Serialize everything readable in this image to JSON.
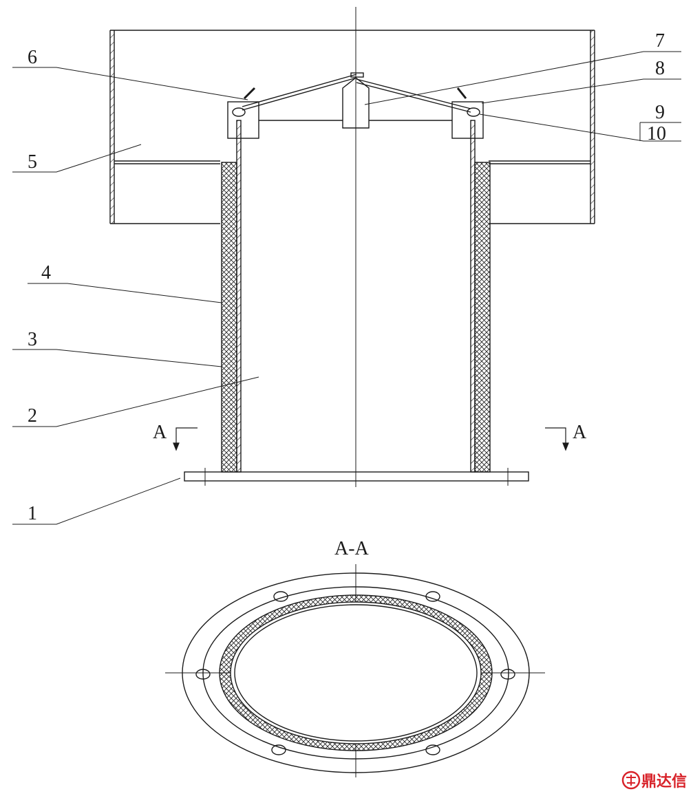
{
  "labels": {
    "p1": "1",
    "p2": "2",
    "p3": "3",
    "p4": "4",
    "p5": "5",
    "p6": "6",
    "p7": "7",
    "p8": "8",
    "p9": "9",
    "p10": "10"
  },
  "section": {
    "marker": "A",
    "title": "A-A"
  },
  "watermark": {
    "text": "鼎达信"
  },
  "colors": {
    "line": "#1a1a1a",
    "brand": "#d8232a"
  }
}
